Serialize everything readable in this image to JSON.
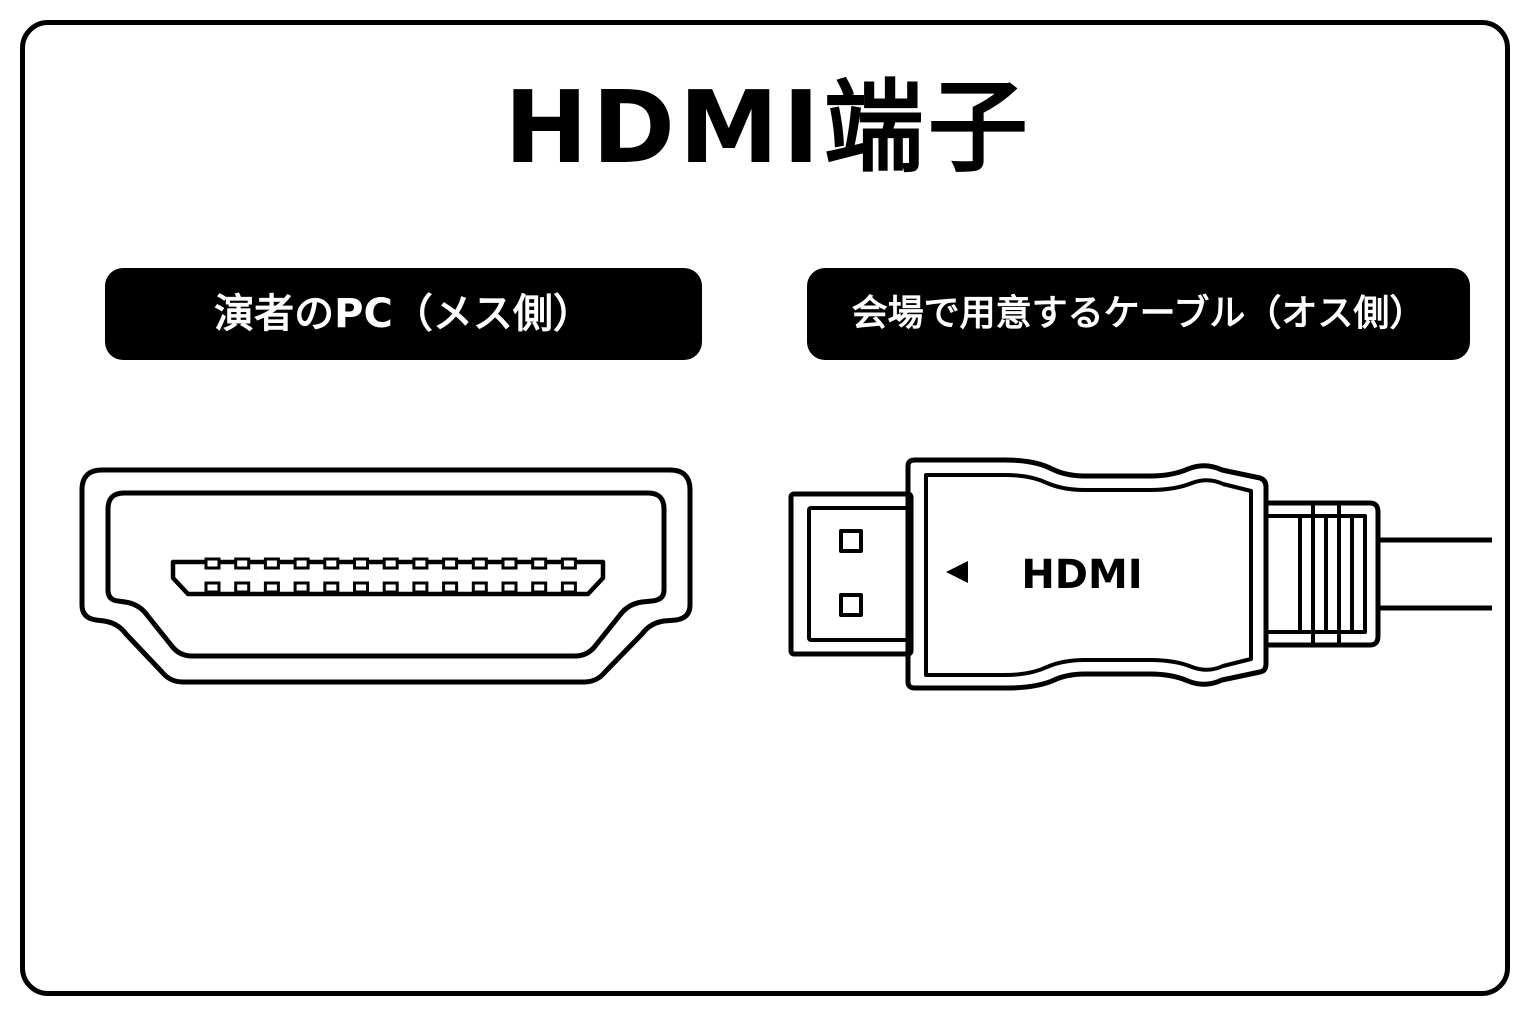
{
  "title": "HDMI端子",
  "labels": {
    "female": "演者のPC（メス側）",
    "male": "会場で用意するケーブル（オス側）"
  },
  "connector": {
    "plug_text": "HDMI",
    "arrow_icon": "left-triangle-icon"
  },
  "colors": {
    "line": "#000000",
    "background": "#ffffff",
    "label_bg": "#000000",
    "label_text": "#ffffff"
  }
}
